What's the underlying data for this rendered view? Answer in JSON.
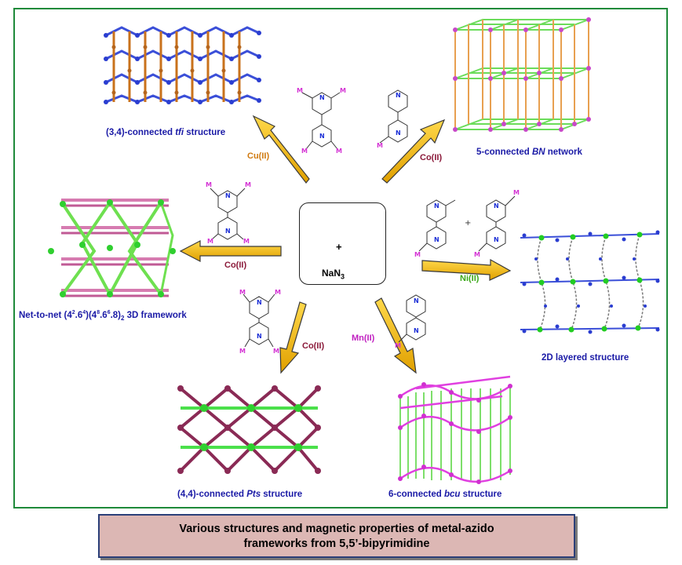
{
  "caption": {
    "line1": "Various structures and magnetic properties of metal-azido",
    "line2": "frameworks from 5,5’-bipyrimidine"
  },
  "center": {
    "plus": "+",
    "reagent_main": "NaN",
    "reagent_sub": "3"
  },
  "structures": {
    "top_left": {
      "pre": "(3,4)-connected ",
      "italic": "tfi",
      "post": " structure"
    },
    "top_right": {
      "pre": "5-connected ",
      "italic": "BN",
      "post": " network"
    },
    "left": {
      "html_text": "Net-to-net (4².6⁴)(4⁸.6⁶.8)₂ 3D framework"
    },
    "right": {
      "text": "2D layered structure"
    },
    "bottom_left": {
      "pre": "(4,4)-connected ",
      "italic": "Pts",
      "post": " structure"
    },
    "bottom_right": {
      "pre": "6-connected ",
      "italic": "bcu",
      "post": " structure"
    }
  },
  "metals": {
    "cu": "Cu(II)",
    "co_top": "Co(II)",
    "co_left": "Co(II)",
    "ni": "Ni(II)",
    "co_bottom": "Co(II)",
    "mn": "Mn(II)"
  },
  "ligand_letters": {
    "metal": "M",
    "nitrogen": "N",
    "plus": "+"
  },
  "colors": {
    "arrow_fill": "#f5b800",
    "arrow_stroke": "#3a3a3a",
    "label_blue": "#1a1aa6",
    "cu_orange": "#d07a10",
    "co_maroon": "#8b1a3a",
    "ni_green": "#3aa818",
    "mn_magenta": "#c020c0",
    "frame_green": "#1f8a3a",
    "caption_bg": "#dcb7b4"
  }
}
